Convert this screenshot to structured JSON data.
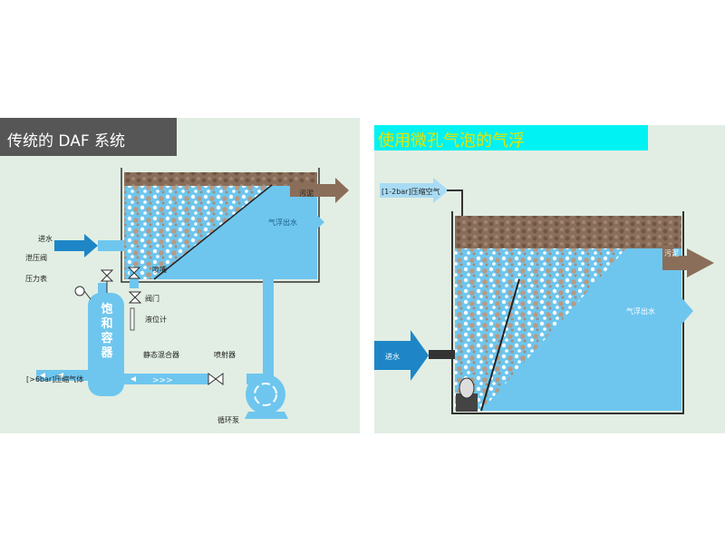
{
  "left": {
    "title": "传统的 DAF 系统",
    "labels": {
      "inlet": "进水",
      "pressure_relief_valve": "泄压阀",
      "pressure_gauge": "压力表",
      "nozzle": "喷嘴",
      "valve": "阀门",
      "level_gauge": "液位计",
      "static_mixer": "静态混合器",
      "ejector": "喷射器",
      "compressed_gas": "[>6bar]压缩气体",
      "circulation_pump": "循环泵",
      "sludge": "污泥",
      "outlet": "气浮出水",
      "tank_chars": [
        "饱",
        "和",
        "容",
        "器"
      ]
    }
  },
  "right": {
    "title": "使用微孔气泡的气浮",
    "labels": {
      "compressed_air": "[1-2bar]压缩空气",
      "inlet": "进水",
      "sludge": "污泥",
      "outlet": "气浮出水"
    }
  },
  "colors": {
    "panel_bg": "#e2eee3",
    "water": "#6ec6ee",
    "sludge": "#8a6e5a",
    "dark_title": "#565656",
    "cyan_title": "#00f2f2",
    "title_text_yellow": "#e5e500",
    "inlet_arrow": "#1e86c6"
  }
}
